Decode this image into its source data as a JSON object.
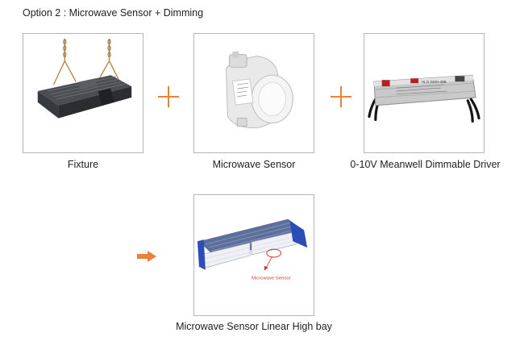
{
  "title": "Option 2 : Microwave Sensor + Dimming",
  "items": [
    {
      "caption": "Fixture"
    },
    {
      "caption": "Microwave Sensor"
    },
    {
      "caption": "0-10V Meanwell Dimmable Driver"
    }
  ],
  "result": {
    "caption": "Microwave Sensor Linear High bay",
    "annotation": "Microwave Sensor"
  },
  "driver_label": "HLG-240H-48B",
  "colors": {
    "accent": "#e8823a",
    "border": "#b5b5b5",
    "annotation": "#d43a2a"
  },
  "icons": [
    "plus-icon",
    "plus-icon",
    "arrow-right-icon"
  ]
}
